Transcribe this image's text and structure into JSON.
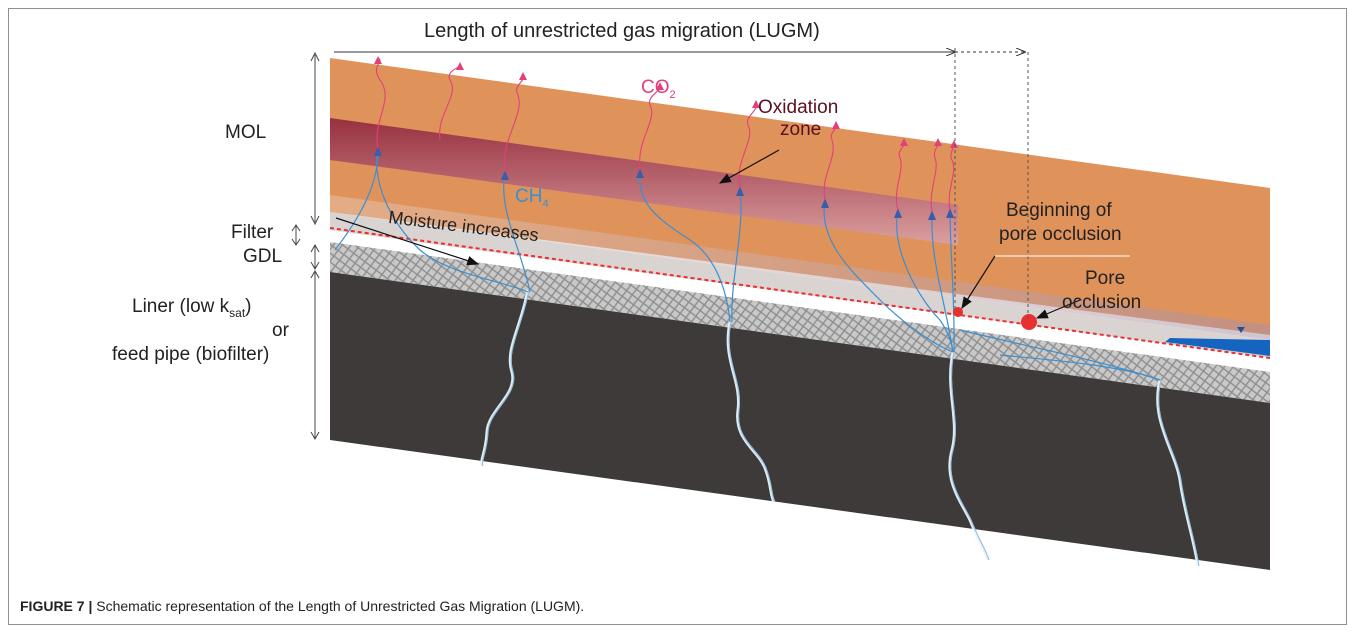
{
  "labels": {
    "lugm": "Length of unrestricted gas migration (LUGM)",
    "mol": "MOL",
    "filter": "Filter",
    "gdl": "GDL",
    "liner_line1_main": "Liner (low k",
    "liner_line1_sub": "sat",
    "liner_line1_end": ")",
    "liner_line2": "or",
    "liner_line3": "feed pipe (biofilter)",
    "co2_main": "CO",
    "co2_sub": "2",
    "ch4_main": "CH",
    "ch4_sub": "4",
    "oxidation_line1": "Oxidation",
    "oxidation_line2": "zone",
    "moisture": "Moisture increases",
    "beginning_line1": "Beginning of",
    "beginning_line2": "pore occlusion",
    "pore_line1": "Pore",
    "pore_line2": "occlusion"
  },
  "caption": {
    "bold": "FIGURE 7 |",
    "text": " Schematic representation of the Length of Unrestricted Gas Migration (LUGM)."
  },
  "colors": {
    "mol": "#e0925b",
    "oxidation": "#9e3a46",
    "gdl": "#c8c8c8",
    "liner": "#3d3a39",
    "ch4": "#3b8fcf",
    "co2": "#e2407a",
    "water": "#1565c0",
    "occlusion": "#e83030"
  }
}
